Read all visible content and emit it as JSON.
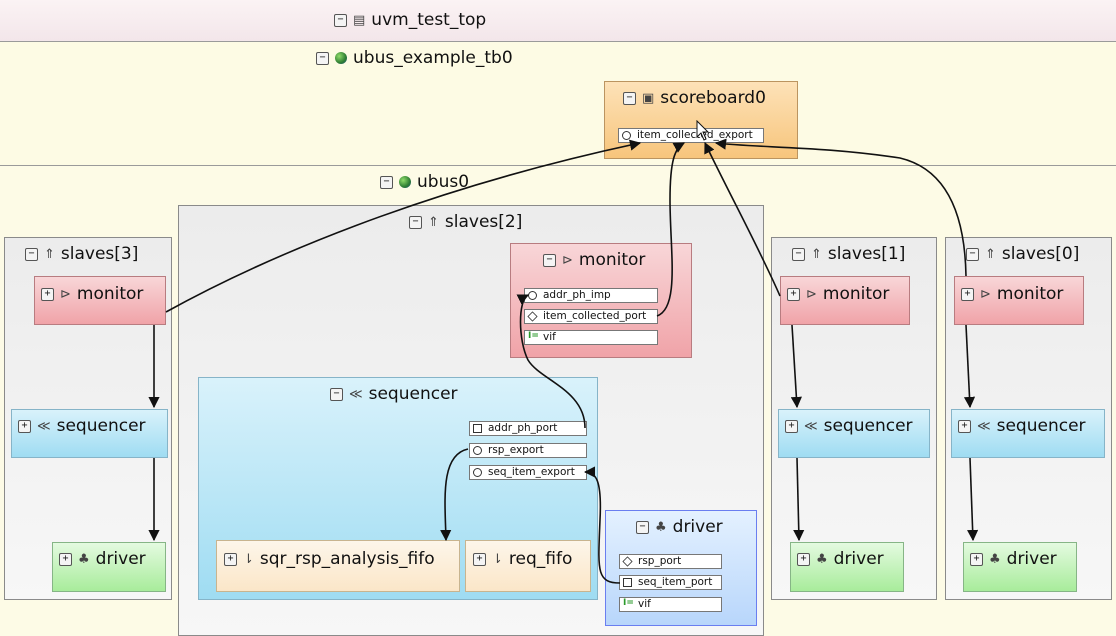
{
  "icons": [
    "collapse-toggle-icon",
    "expand-toggle-icon",
    "test-doc-icon",
    "env-globe-icon",
    "scoreboard-icon",
    "agent-icon",
    "monitor-icon",
    "sequencer-icon",
    "driver-icon",
    "fifo-icon"
  ],
  "uvm_test_top": {
    "label": "uvm_test_top"
  },
  "tb": {
    "label": "ubus_example_tb0",
    "scoreboard": {
      "label": "scoreboard0",
      "port": "item_collected_export"
    }
  },
  "ubus0": {
    "label": "ubus0",
    "slave3": {
      "label": "slaves[3]",
      "monitor": "monitor",
      "sequencer": "sequencer",
      "driver": "driver"
    },
    "slave2": {
      "label": "slaves[2]",
      "monitor": {
        "label": "monitor",
        "ports": [
          "addr_ph_imp",
          "item_collected_port",
          "vif"
        ]
      },
      "sequencer": {
        "label": "sequencer",
        "ports": [
          "addr_ph_port",
          "rsp_export",
          "seq_item_export"
        ],
        "fifo1": "sqr_rsp_analysis_fifo",
        "fifo2": "req_fifo"
      },
      "driver": {
        "label": "driver",
        "ports": [
          "rsp_port",
          "seq_item_port",
          "vif"
        ]
      }
    },
    "slave1": {
      "label": "slaves[1]",
      "monitor": "monitor",
      "sequencer": "sequencer",
      "driver": "driver"
    },
    "slave0": {
      "label": "slaves[0]",
      "monitor": "monitor",
      "sequencer": "sequencer",
      "driver": "driver"
    }
  }
}
